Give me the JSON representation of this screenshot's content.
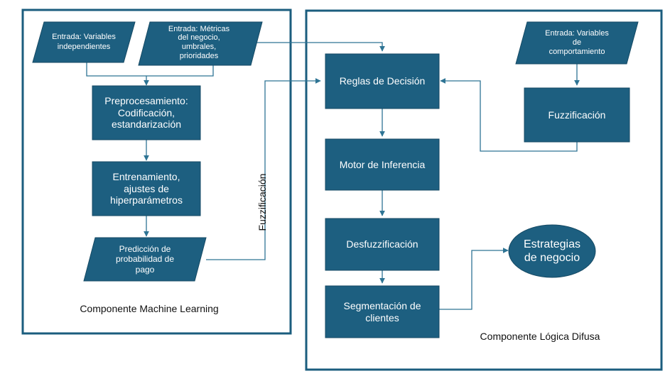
{
  "colors": {
    "box_fill": "#1d5f80",
    "box_stroke": "#164a64",
    "frame": "#1b5d7e",
    "connector": "#2e7494"
  },
  "ml": {
    "title": "Componente Machine Learning",
    "input_vars": "Entrada: Variables\nindependientes",
    "input_metrics": "Entrada: Métricas\ndel negocio,\numbrales,\nprioridades",
    "preprocess": "Preprocesamiento:\nCodificación,\nestandarización",
    "training": "Entrenamiento,\najustes de\nhiperparámetros",
    "prediction": "Predicción de\nprobabilidad de\npago"
  },
  "connector_label": "Fuzzificación",
  "fuzzy": {
    "title": "Componente Lógica Difusa",
    "input_behavior": "Entrada: Variables\nde\ncomportamiento",
    "fuzzification": "Fuzzificación",
    "rules": "Reglas de Decisión",
    "inference": "Motor de Inferencia",
    "defuzz": "Desfuzzificación",
    "segmentation": "Segmentación de\nclientes",
    "strategies": "Estrategias\nde negocio"
  }
}
